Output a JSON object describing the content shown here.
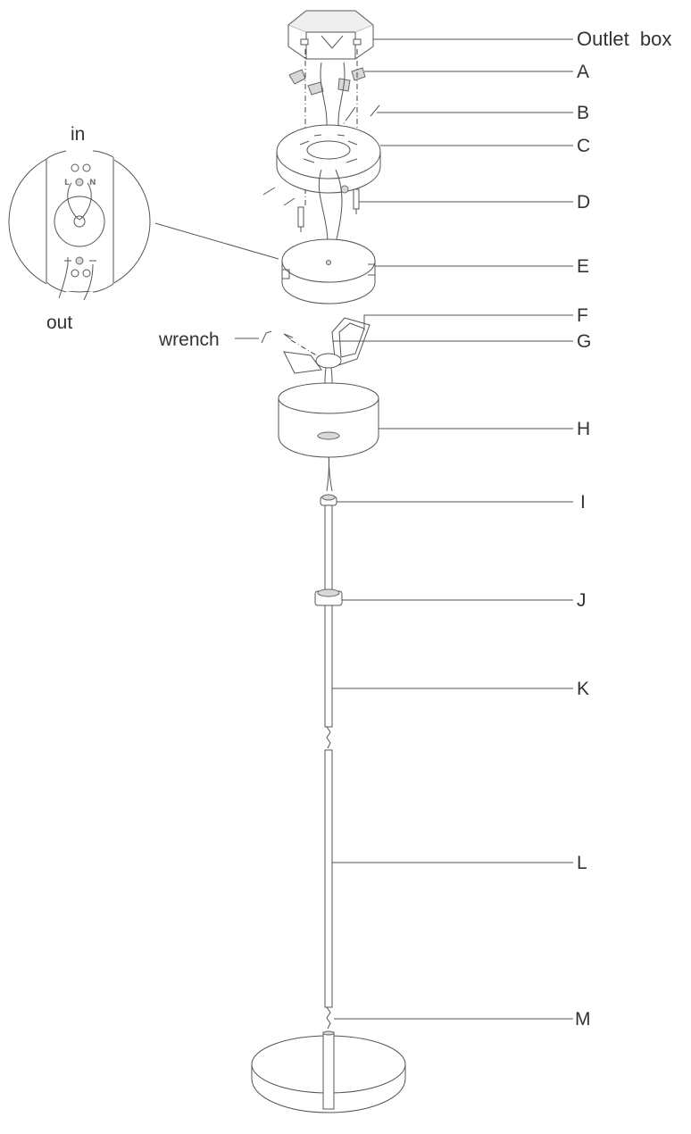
{
  "labels": {
    "outlet_box": "Outlet  box",
    "A": "A",
    "B": "B",
    "C": "C",
    "D": "D",
    "E": "E",
    "F": "F",
    "G": "G",
    "H": "H",
    "I": "I",
    "J": "J",
    "K": "K",
    "L": "L",
    "M": "M",
    "wrench": "wrench"
  },
  "detail": {
    "in_label": "in",
    "out_label": "out",
    "terminal_l": "L",
    "terminal_n": "N"
  },
  "colors": {
    "line": "#555555",
    "text": "#333333",
    "shade": "#d8d8d8"
  }
}
